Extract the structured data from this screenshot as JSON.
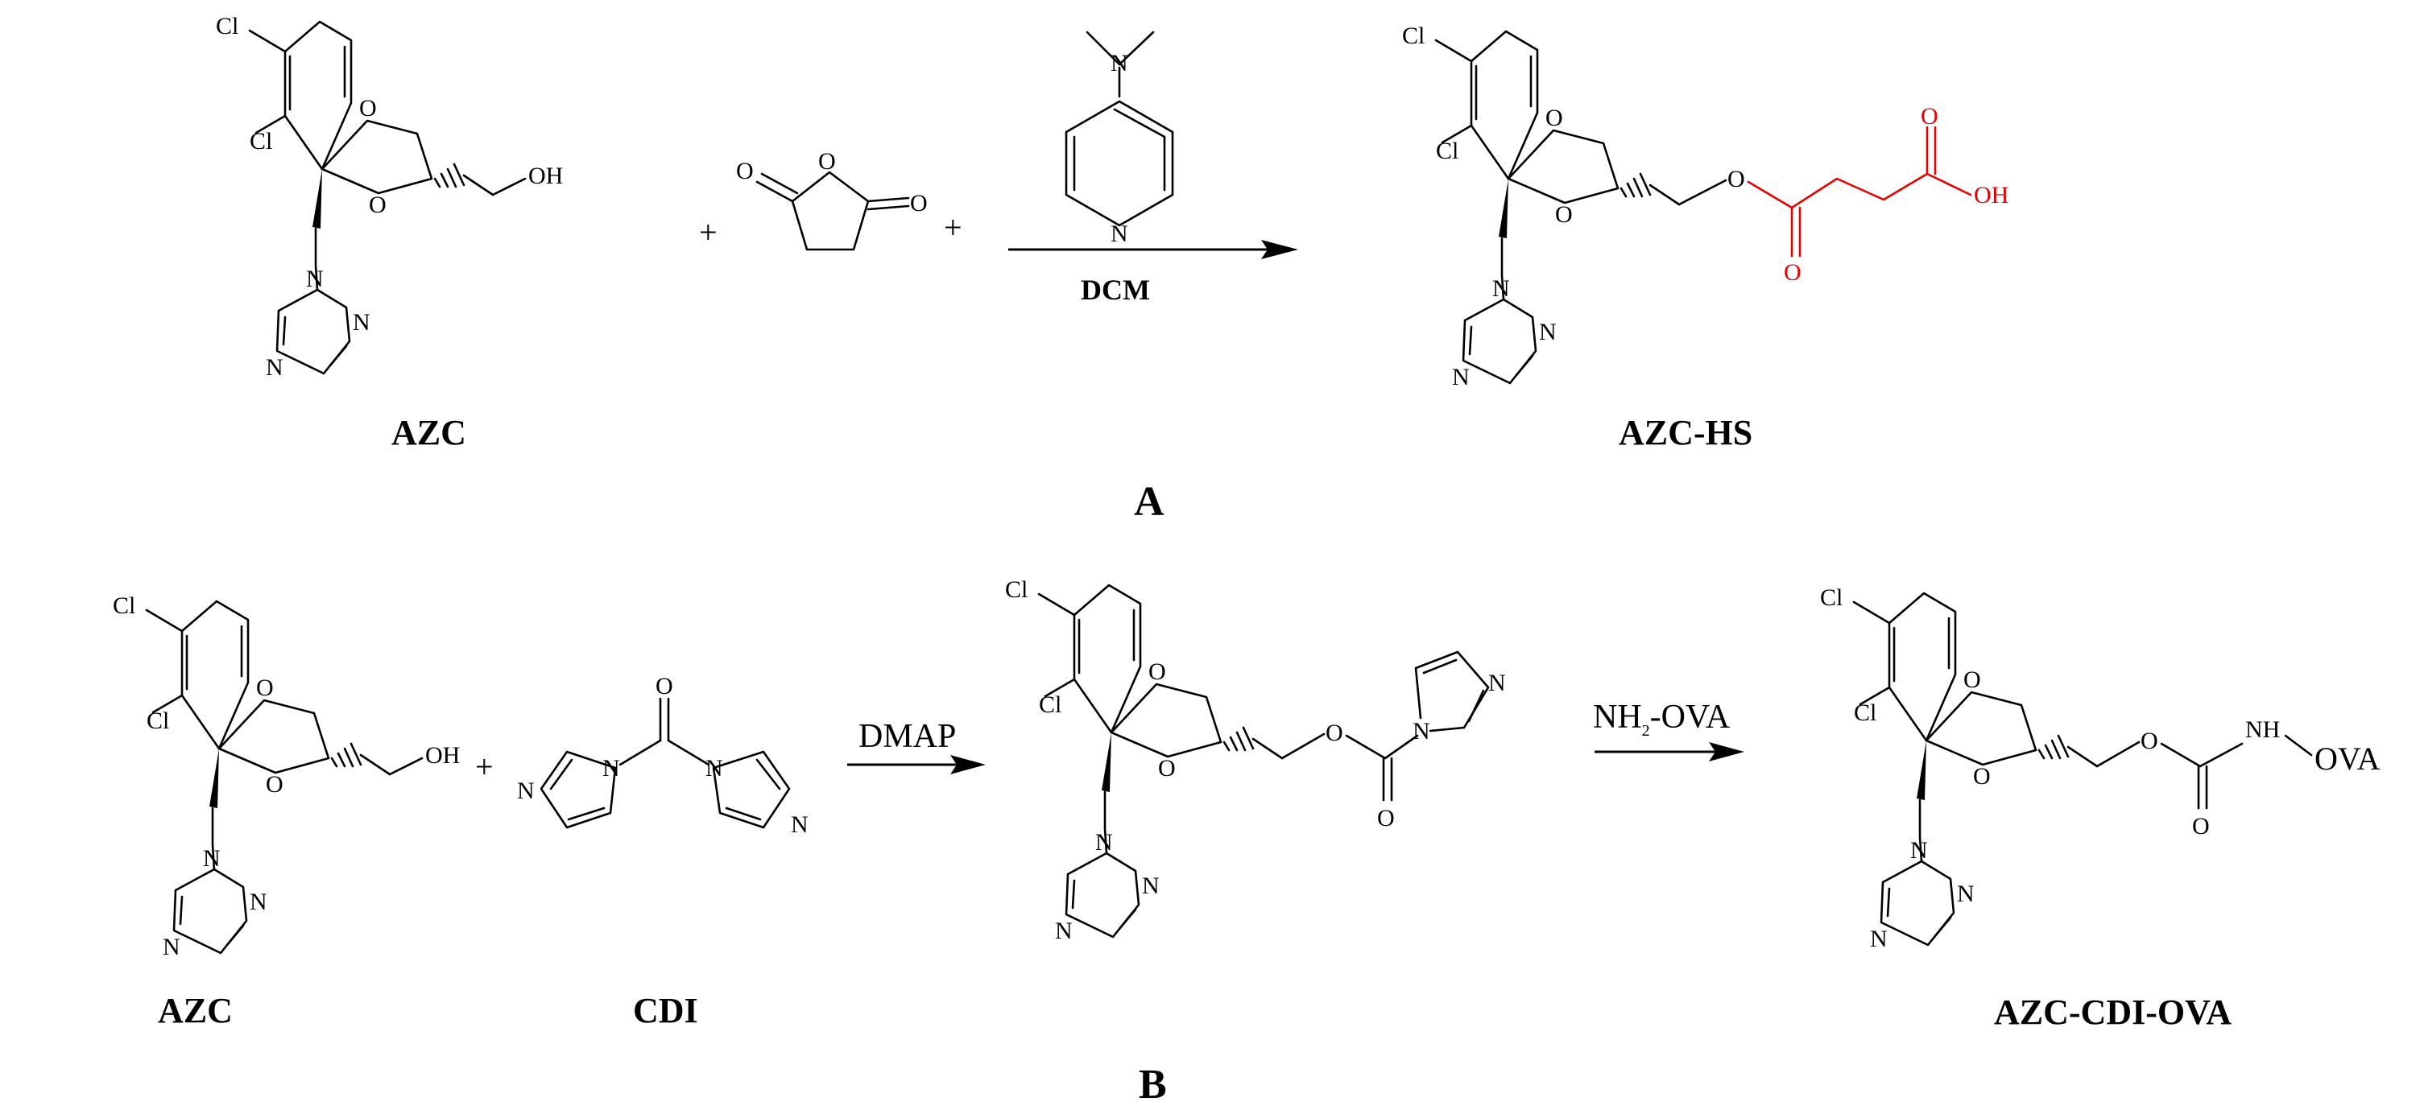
{
  "panel_a": {
    "reactant1_label": "AZC",
    "product_label": "AZC-HS",
    "catalyst_below": "DCM",
    "panel_label": "A",
    "plus": "+"
  },
  "panel_b": {
    "reactant1_label": "AZC",
    "reactant2_label": "CDI",
    "product_label": "AZC-CDI-OVA",
    "step1_reagent": "DMAP",
    "step2_reagent_main": "NH",
    "step2_reagent_sub": "2",
    "step2_reagent_tail": "-OVA",
    "ova_group": "OVA",
    "panel_label": "B",
    "plus": "+"
  },
  "atoms": {
    "cl": "Cl",
    "o": "O",
    "n": "N",
    "oh": "OH",
    "nh": "NH"
  },
  "colors": {
    "ink": "#000000",
    "highlight": "#e60000"
  }
}
